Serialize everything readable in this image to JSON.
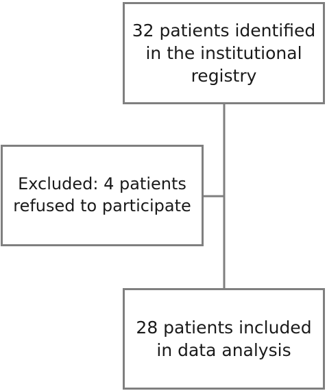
{
  "flowchart": {
    "boxes": {
      "registry": {
        "lines": [
          "32 patients identified",
          "in the institutional",
          "registry"
        ]
      },
      "excluded": {
        "lines": [
          "Excluded: 4 patients",
          "refused to participate"
        ]
      },
      "included": {
        "lines": [
          "28 patients included",
          "in data analysis"
        ]
      }
    },
    "colors": {
      "border": "#7f7f7f",
      "connector": "#7f7f7f",
      "text": "#1a1a1a"
    }
  }
}
